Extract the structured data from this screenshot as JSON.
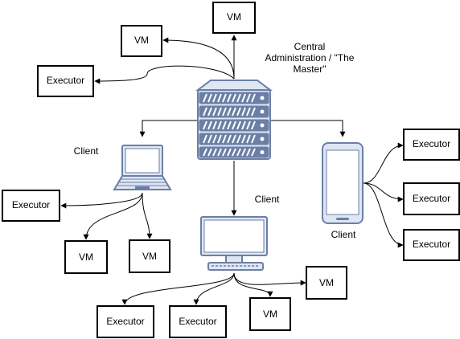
{
  "labels": {
    "master": [
      "Central",
      "Administration / \"The",
      "Master\""
    ],
    "client_laptop": "Client",
    "client_desktop": "Client",
    "client_phone": "Client"
  },
  "boxes": {
    "vm_top": "VM",
    "vm_left": "VM",
    "executor_master": "Executor",
    "executor_laptop": "Executor",
    "vm_laptop_1": "VM",
    "vm_laptop_2": "VM",
    "executor_desktop_1": "Executor",
    "executor_desktop_2": "Executor",
    "vm_desktop_1": "VM",
    "vm_desktop_2": "VM",
    "executor_phone_1": "Executor",
    "executor_phone_2": "Executor",
    "executor_phone_3": "Executor"
  },
  "icons": {
    "server": "server-rack-icon",
    "laptop": "laptop-icon",
    "desktop": "desktop-monitor-icon",
    "phone": "smartphone-icon"
  },
  "colors": {
    "device_stroke": "#6b7fa5",
    "device_fill": "#dfe6f3"
  }
}
